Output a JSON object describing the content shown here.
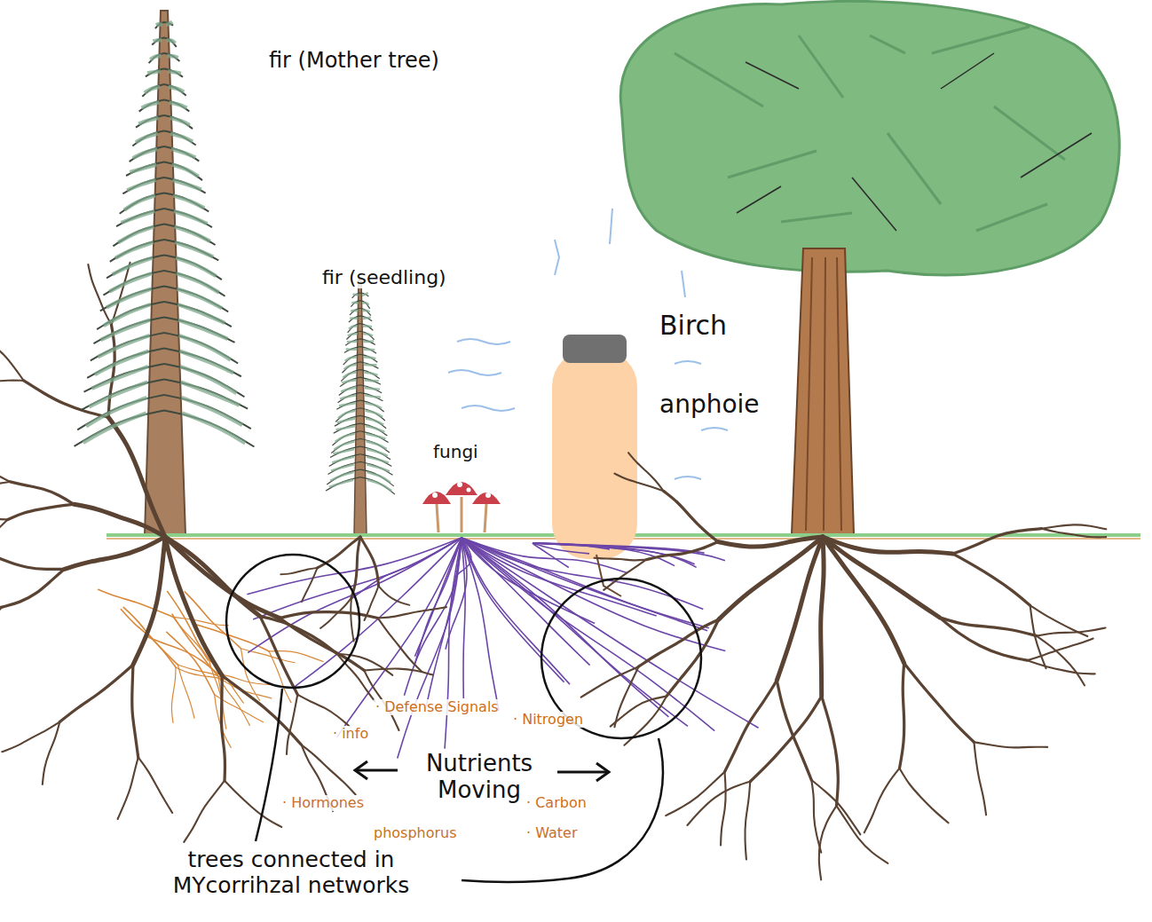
{
  "diagram": {
    "labels": [
      "fir (Mother tree)",
      "fir (seedling)",
      "Birch",
      "anphoie",
      "fungi",
      "· Defense Signals",
      "· Nitrogen",
      "· info",
      "Nutrients Moving",
      "· Hormones",
      "· Carbon",
      "phosphorus",
      "· Water",
      "trees connected in MYcorrihzal networks"
    ]
  }
}
